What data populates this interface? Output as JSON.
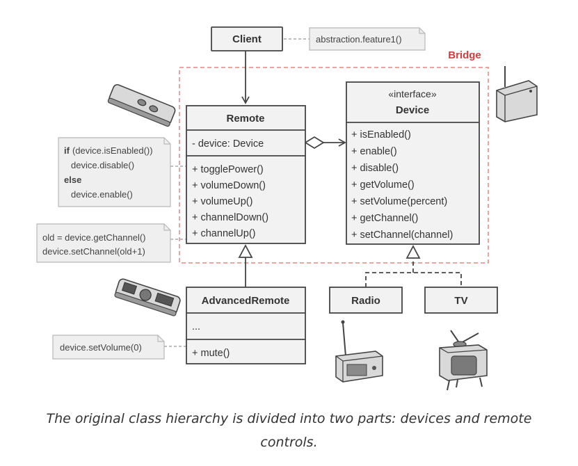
{
  "diagram": {
    "client": "Client",
    "notes": {
      "feature": "abstraction.feature1()",
      "toggle": [
        "if (device.isEnabled())",
        "device.disable()",
        "else",
        "device.enable()"
      ],
      "channel": [
        "old = device.getChannel()",
        "device.setChannel(old+1)"
      ],
      "volume": "device.setVolume(0)"
    },
    "bridge_label": "Bridge",
    "remote": {
      "title": "Remote",
      "field": "- device: Device",
      "methods": [
        "+ togglePower()",
        "+ volumeDown()",
        "+ volumeUp()",
        "+ channelDown()",
        "+ channelUp()"
      ]
    },
    "device": {
      "stereotype": "«interface»",
      "title": "Device",
      "methods": [
        "+ isEnabled()",
        "+ enable()",
        "+ disable()",
        "+ getVolume()",
        "+ setVolume(percent)",
        "+ getChannel()",
        "+ setChannel(channel)"
      ]
    },
    "advanced": {
      "title": "AdvancedRemote",
      "field": "...",
      "method": "+ mute()"
    },
    "radio": "Radio",
    "tv": "TV"
  },
  "caption": "The original class hierarchy is divided into two parts: devices and remote controls.",
  "colors": {
    "bridge": "#d63b3b",
    "box_fill": "#f2f2f2",
    "note_fill": "#efefef",
    "stroke": "#444444"
  }
}
